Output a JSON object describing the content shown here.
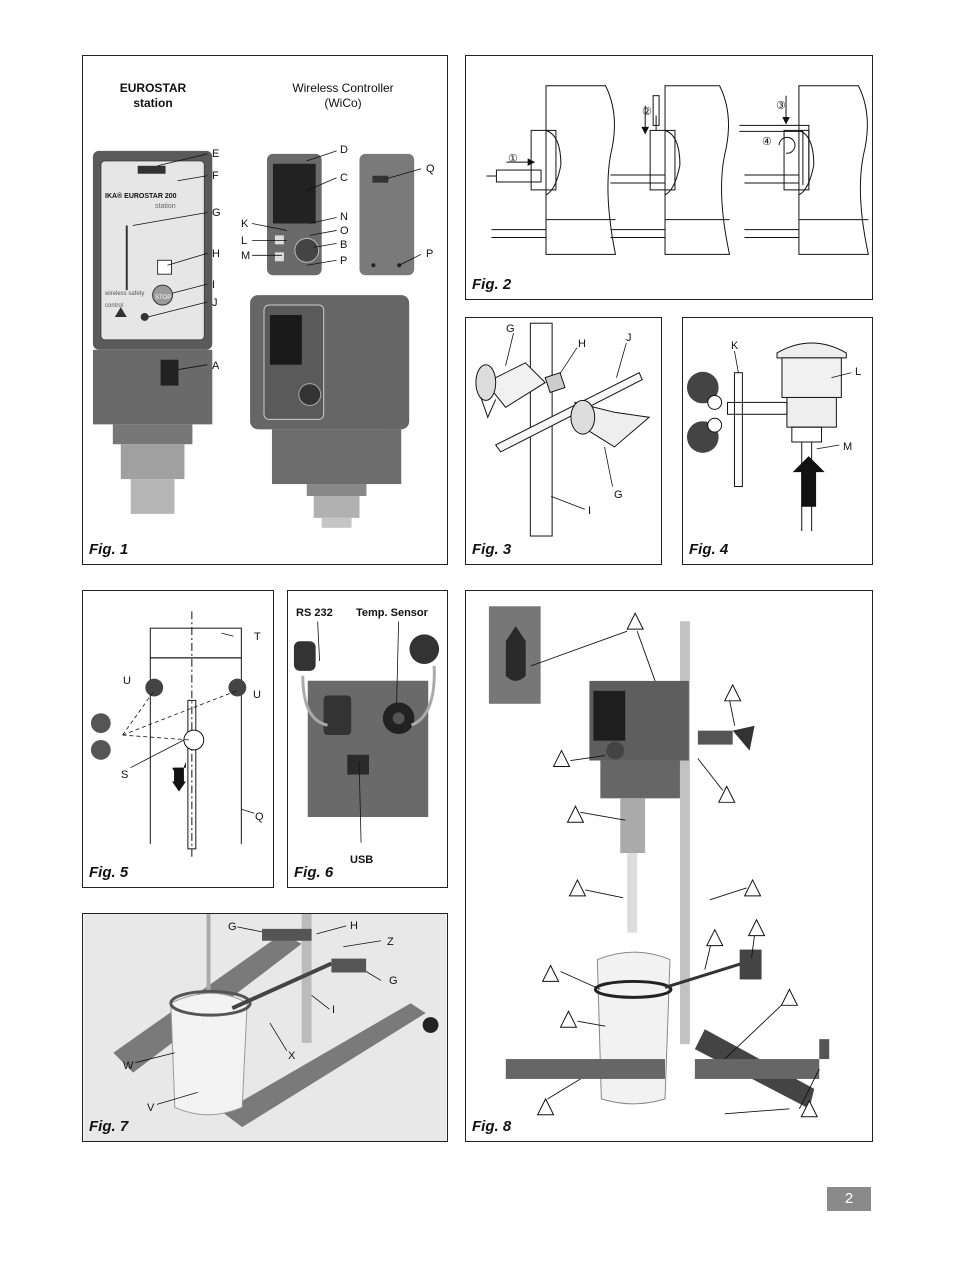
{
  "page_number": "2",
  "fig1": {
    "label": "Fig. 1",
    "station_title_l1": "EUROSTAR",
    "station_title_l2": "station",
    "wico_title_l1": "Wireless Controller",
    "wico_title_l2": "(WiCo)",
    "device_brand": "IKA® EUROSTAR 200",
    "device_sub": "station",
    "safety_text": "wireless safety control",
    "stop_text": "STOP",
    "callouts": [
      "E",
      "F",
      "G",
      "H",
      "I",
      "J",
      "A",
      "D",
      "C",
      "K",
      "N",
      "O",
      "L",
      "B",
      "M",
      "P",
      "Q",
      "P"
    ]
  },
  "fig2": {
    "label": "Fig. 2",
    "steps": [
      "①",
      "②",
      "③",
      "④"
    ]
  },
  "fig3": {
    "label": "Fig. 3",
    "callouts": [
      "G",
      "H",
      "J",
      "G",
      "I"
    ]
  },
  "fig4": {
    "label": "Fig. 4",
    "callouts": [
      "K",
      "L",
      "M"
    ]
  },
  "fig5": {
    "label": "Fig. 5",
    "callouts": [
      "T",
      "U",
      "U",
      "S",
      "Q"
    ]
  },
  "fig6": {
    "label": "Fig. 6",
    "rs232": "RS 232",
    "temp_sensor": "Temp. Sensor",
    "usb": "USB"
  },
  "fig7": {
    "label": "Fig. 7",
    "callouts": [
      "G",
      "H",
      "Z",
      "G",
      "I",
      "X",
      "W",
      "V"
    ]
  },
  "fig8": {
    "label": "Fig. 8"
  }
}
